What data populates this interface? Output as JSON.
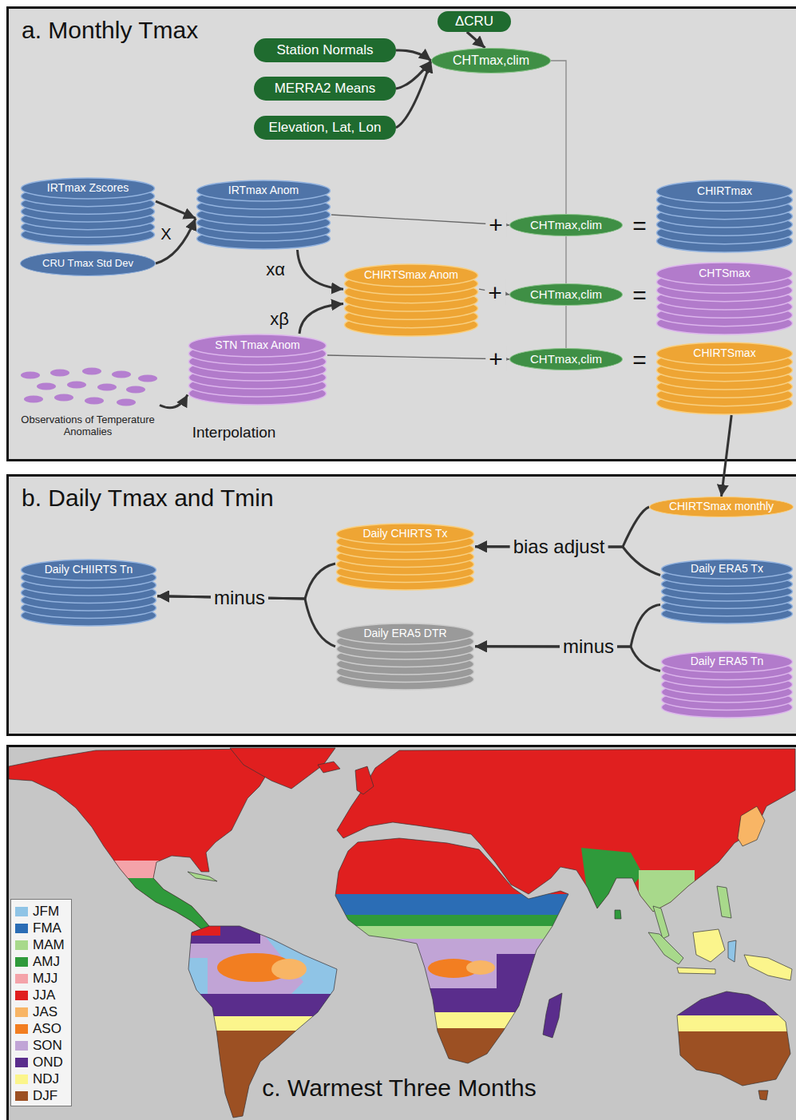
{
  "diagram": {
    "nodes": [
      {
        "text": [
          "a. Monthly Tmax"
        ]
      },
      {
        "text": [
          "Station Normals"
        ],
        "in": 0
      },
      {
        "text": [
          "MERRA2 Means"
        ],
        "in": 0
      },
      {
        "text": [
          "Elevation, Lat, Lon"
        ],
        "in": 0
      },
      {
        "text": [
          "ΔCRU"
        ],
        "in": 0
      },
      {
        "text": [
          "CHTmax,clim"
        ],
        "in": 0
      },
      {
        "text": [
          "IRTmax Zscores"
        ],
        "in": 0
      },
      {
        "text": [
          "CRU Tmax Std Dev"
        ],
        "in": 0
      },
      {
        "text": [
          "IRTmax Anom"
        ],
        "in": 0
      },
      {
        "text": [
          "CHIRTSmax Anom"
        ],
        "in": 0
      },
      {
        "text": [
          "STN Tmax Anom"
        ],
        "in": 0
      },
      {
        "text": [
          "Observations of Temperature Anomalies"
        ],
        "in": 0
      },
      {
        "text": [
          "CHTmax,clim"
        ],
        "in": 0
      },
      {
        "text": [
          "CHIRTmax"
        ],
        "in": 0
      },
      {
        "text": [
          "CHTmax,clim"
        ],
        "in": 0
      },
      {
        "text": [
          "CHTSmax"
        ],
        "in": 0
      },
      {
        "text": [
          "CHTmax,clim"
        ],
        "in": 0
      },
      {
        "text": [
          "CHIRTSmax"
        ],
        "in": 0
      },
      {
        "text": [
          "b. Daily Tmax and Tmin"
        ]
      },
      {
        "text": [
          "CHIRTSmax monthly"
        ],
        "in": 18
      },
      {
        "text": [
          "Daily ERA5 Tx"
        ],
        "in": 18
      },
      {
        "text": [
          "Daily ERA5 Tn"
        ],
        "in": 18
      },
      {
        "text": [
          "Daily CHIRTS Tx"
        ],
        "in": 18
      },
      {
        "text": [
          "Daily ERA5 DTR"
        ],
        "in": 18
      },
      {
        "text": [
          "Daily CHIIRTS Tn"
        ],
        "in": 18
      }
    ],
    "edges": [
      {
        "from": 1,
        "to": 5,
        "arrow": "to"
      },
      {
        "from": 2,
        "to": 5,
        "arrow": "to"
      },
      {
        "from": 3,
        "to": 5,
        "arrow": "to"
      },
      {
        "from": 4,
        "to": 5,
        "arrow": "to"
      },
      {
        "from": 6,
        "to": 8,
        "arrow": "to"
      },
      {
        "from": 7,
        "to": 8,
        "arrow": "to"
      },
      {
        "from": 8,
        "to": 9,
        "label": "xα",
        "arrow": "to"
      },
      {
        "from": 10,
        "to": 9,
        "label": "xβ",
        "arrow": "to"
      },
      {
        "from": 11,
        "to": 10,
        "label": "Interpolation",
        "arrow": "to"
      },
      {
        "from": 8,
        "to": 12,
        "arrow": "to"
      },
      {
        "from": 9,
        "to": 14,
        "arrow": "to"
      },
      {
        "from": 10,
        "to": 16,
        "arrow": "to"
      },
      {
        "from": 5,
        "to": 12,
        "arrow": "none"
      },
      {
        "from": 12,
        "to": 14,
        "arrow": "none"
      },
      {
        "from": 14,
        "to": 16,
        "arrow": "none"
      },
      {
        "from": 17,
        "to": 19,
        "arrow": "to"
      },
      {
        "from": 19,
        "to": 22,
        "arrow": "to"
      },
      {
        "from": 20,
        "to": 22,
        "arrow": "to"
      },
      {
        "from": 20,
        "to": 23,
        "arrow": "to"
      },
      {
        "from": 21,
        "to": 23,
        "arrow": "to"
      },
      {
        "from": 22,
        "to": 24,
        "arrow": "to"
      },
      {
        "from": 23,
        "to": 24,
        "arrow": "to"
      }
    ],
    "labels": [
      "X",
      "+",
      "+",
      "+",
      "=",
      "=",
      "=",
      "bias adjust",
      "minus",
      "minus",
      "c. Warmest Three Months"
    ],
    "legend": [
      {
        "text": "JFM",
        "color": "#8fc4e6"
      },
      {
        "text": "FMA",
        "color": "#2b6db5"
      },
      {
        "text": "MAM",
        "color": "#a8d98b"
      },
      {
        "text": "AMJ",
        "color": "#2f9a3b"
      },
      {
        "text": "MJJ",
        "color": "#f4a3a9"
      },
      {
        "text": "JJA",
        "color": "#e01f1f"
      },
      {
        "text": "JAS",
        "color": "#f8b565"
      },
      {
        "text": "ASO",
        "color": "#f27e21"
      },
      {
        "text": "SON",
        "color": "#c1a4d6"
      },
      {
        "text": "OND",
        "color": "#5a2d8c"
      },
      {
        "text": "NDJ",
        "color": "#fbf58c"
      },
      {
        "text": "DJF",
        "color": "#9c5023"
      }
    ]
  }
}
